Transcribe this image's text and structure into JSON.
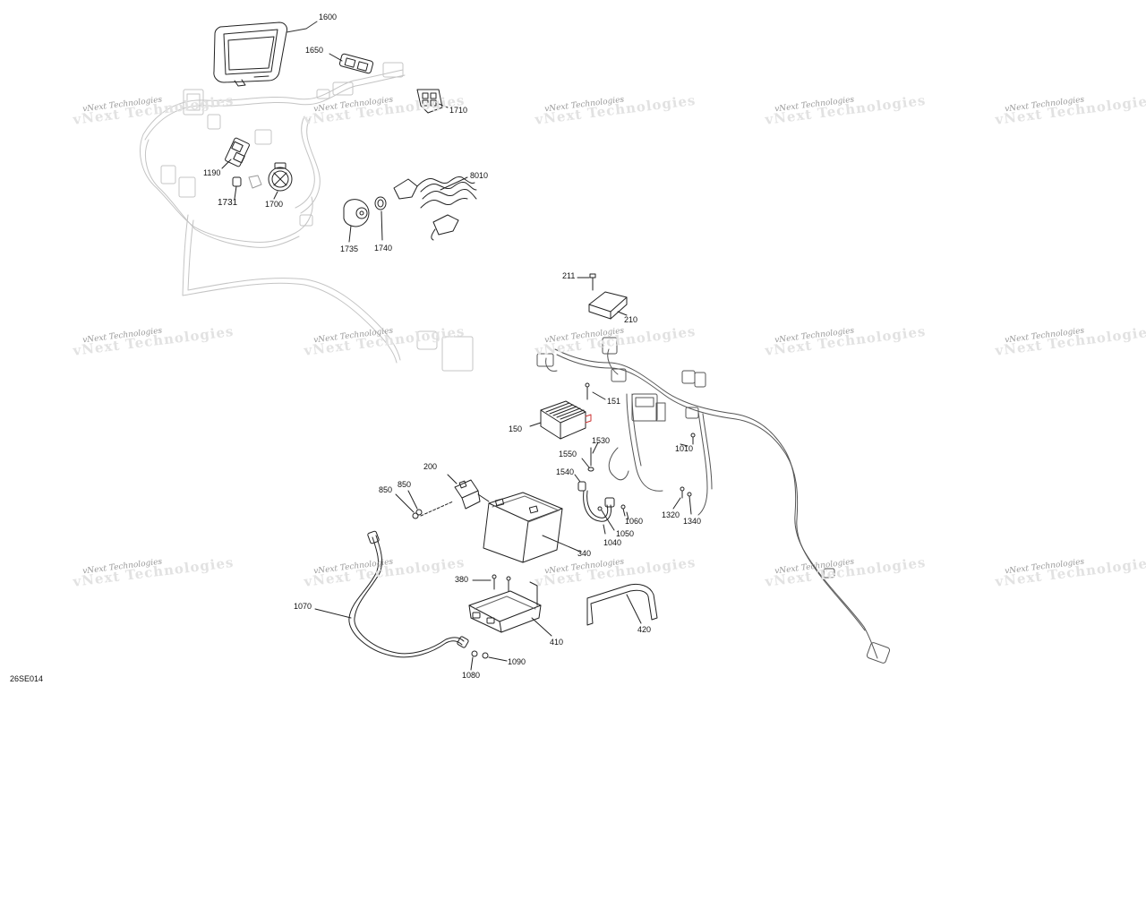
{
  "diagram_code": "26SE014",
  "watermark": "vNext Technologies",
  "parts": [
    {
      "id": "p1600",
      "num": "1600"
    },
    {
      "id": "p1650",
      "num": "1650"
    },
    {
      "id": "p1710",
      "num": "1710"
    },
    {
      "id": "p1190",
      "num": "1190"
    },
    {
      "id": "p1731",
      "num": "1731"
    },
    {
      "id": "p1700",
      "num": "1700"
    },
    {
      "id": "p8010",
      "num": "8010"
    },
    {
      "id": "p1735",
      "num": "1735"
    },
    {
      "id": "p1740",
      "num": "1740"
    },
    {
      "id": "p211",
      "num": "211"
    },
    {
      "id": "p210",
      "num": "210"
    },
    {
      "id": "p151",
      "num": "151"
    },
    {
      "id": "p150",
      "num": "150"
    },
    {
      "id": "p1010",
      "num": "1010"
    },
    {
      "id": "p1530",
      "num": "1530"
    },
    {
      "id": "p1550",
      "num": "1550"
    },
    {
      "id": "p1540",
      "num": "1540"
    },
    {
      "id": "p200",
      "num": "200"
    },
    {
      "id": "p850a",
      "num": "850"
    },
    {
      "id": "p850b",
      "num": "850"
    },
    {
      "id": "p1060",
      "num": "1060"
    },
    {
      "id": "p1050",
      "num": "1050"
    },
    {
      "id": "p1040",
      "num": "1040"
    },
    {
      "id": "p1320",
      "num": "1320"
    },
    {
      "id": "p1340",
      "num": "1340"
    },
    {
      "id": "p340",
      "num": "340"
    },
    {
      "id": "p380",
      "num": "380"
    },
    {
      "id": "p420",
      "num": "420"
    },
    {
      "id": "p410",
      "num": "410"
    },
    {
      "id": "p1070",
      "num": "1070"
    },
    {
      "id": "p1090",
      "num": "1090"
    },
    {
      "id": "p1080",
      "num": "1080"
    }
  ]
}
